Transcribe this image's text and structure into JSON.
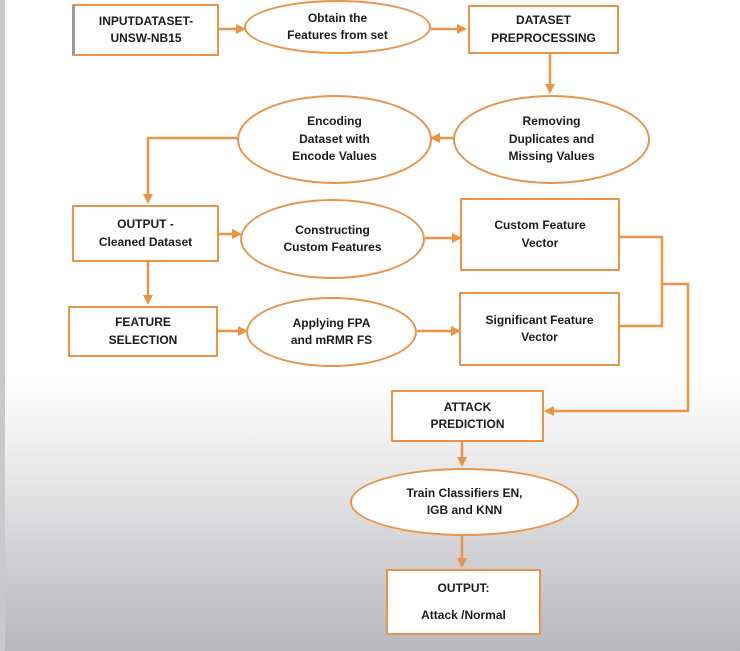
{
  "colors": {
    "stroke": "#e8954a",
    "text": "#1c1c1c"
  },
  "nodes": {
    "input": "INPUTDATASET-\nUNSW-NB15",
    "obtain": "Obtain the\nFeatures from set",
    "preproc": "DATASET\nPREPROCESSING",
    "remove": "Removing\nDuplicates and\nMissing Values",
    "encode": "Encoding\nDataset with\nEncode Values",
    "output_clean": "OUTPUT -\nCleaned Dataset",
    "construct": "Constructing\nCustom Features",
    "custom_vec": "Custom Feature\nVector",
    "feat_sel": "FEATURE\nSELECTION",
    "fpa": "Applying FPA\nand mRMR FS",
    "sig_vec": "Significant Feature\nVector",
    "attack": "ATTACK\nPREDICTION",
    "train": "Train Classifiers EN,\nIGB and KNN",
    "final": "OUTPUT:\n\nAttack /Normal"
  }
}
